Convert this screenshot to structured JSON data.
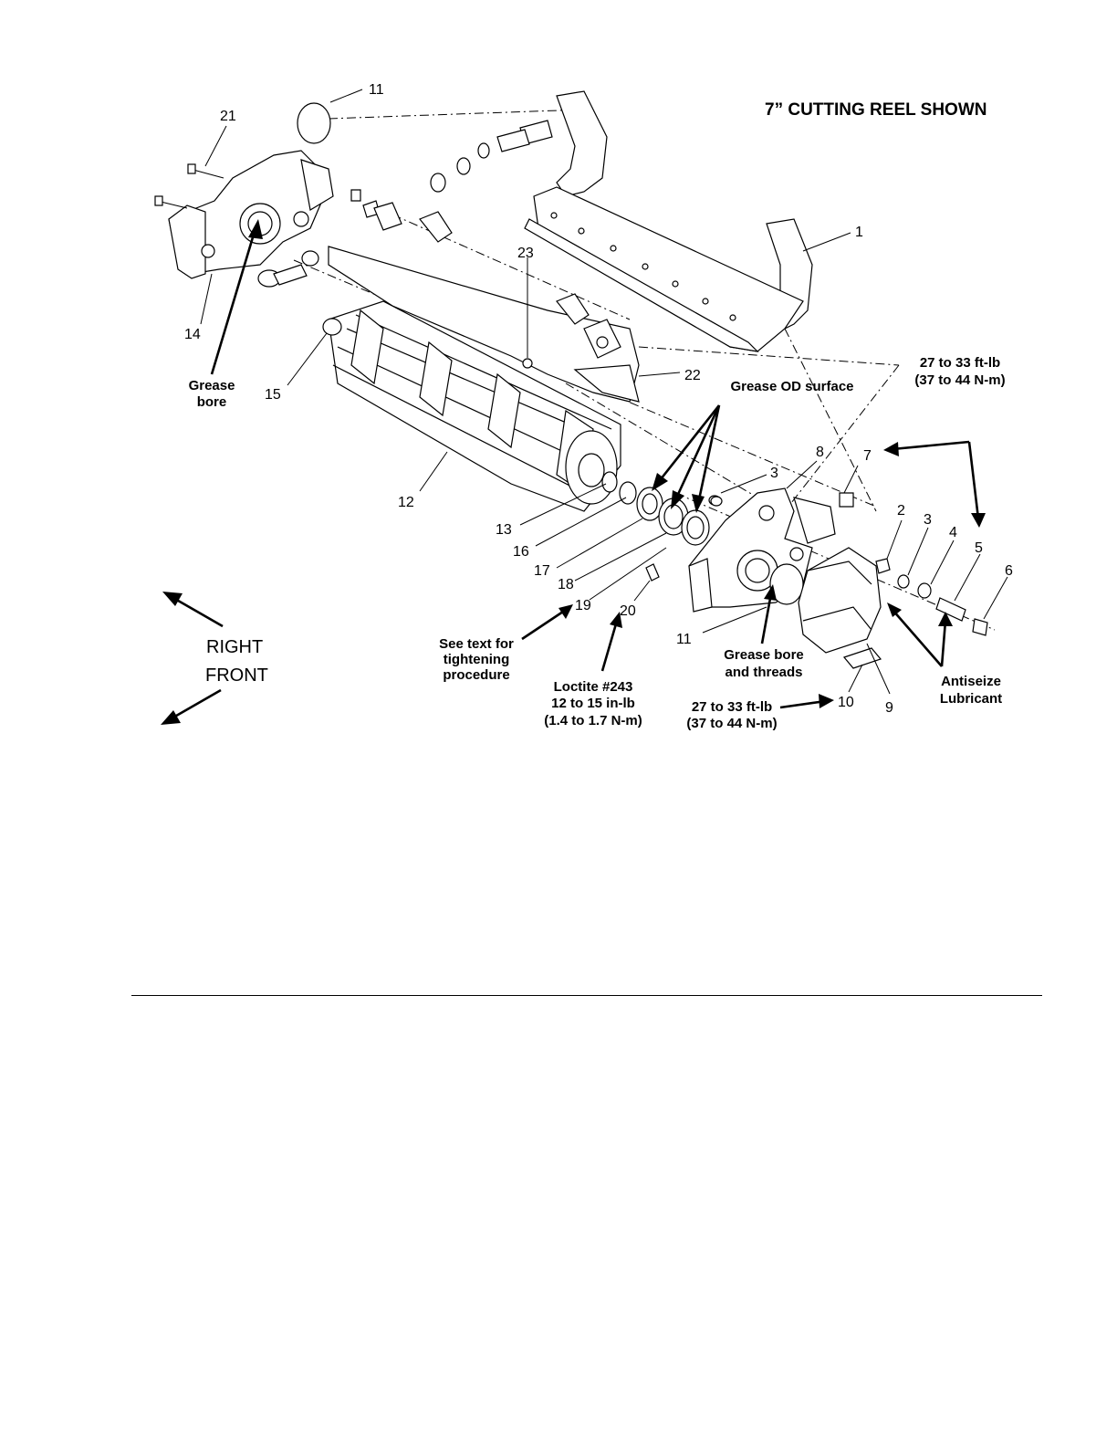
{
  "title": "7” CUTTING REEL SHOWN",
  "part_numbers": {
    "n1": "1",
    "n2": "2",
    "n3a": "3",
    "n3b": "3",
    "n4": "4",
    "n5": "5",
    "n6": "6",
    "n7": "7",
    "n8": "8",
    "n9": "9",
    "n10": "10",
    "n11a": "11",
    "n11b": "11",
    "n12": "12",
    "n13": "13",
    "n14": "14",
    "n15": "15",
    "n16": "16",
    "n17": "17",
    "n18": "18",
    "n19": "19",
    "n20": "20",
    "n21": "21",
    "n22": "22",
    "n23": "23"
  },
  "notes": {
    "grease_bore_l1": "Grease",
    "grease_bore_l2": "bore",
    "grease_od": "Grease OD surface",
    "torque_top_l1": "27 to 33 ft-lb",
    "torque_top_l2": "(37 to 44 N-m)",
    "see_text_l1": "See text for",
    "see_text_l2": "tightening",
    "see_text_l3": "procedure",
    "loctite_l1": "Loctite #243",
    "loctite_l2": "12 to 15 in-lb",
    "loctite_l3": "(1.4 to 1.7 N-m)",
    "grease_threads_l1": "Grease bore",
    "grease_threads_l2": "and threads",
    "torque_bottom_l1": "27 to 33 ft-lb",
    "torque_bottom_l2": "(37 to 44 N-m)",
    "antiseize_l1": "Antiseize",
    "antiseize_l2": "Lubricant"
  },
  "directions": {
    "right": "RIGHT",
    "front": "FRONT"
  }
}
